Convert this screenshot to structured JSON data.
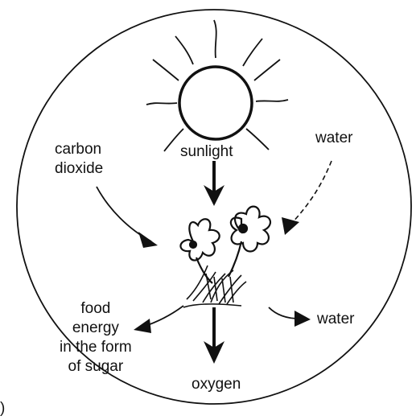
{
  "labels": {
    "sunlight": "sunlight",
    "carbon_dioxide": "carbon\ndioxide",
    "water_in": "water",
    "water_out": "water",
    "food_energy": "food\nenergy\nin the form\nof sugar",
    "oxygen": "oxygen",
    "corner_mark": ")"
  },
  "colors": {
    "ink": "#111111",
    "background": "#ffffff"
  }
}
